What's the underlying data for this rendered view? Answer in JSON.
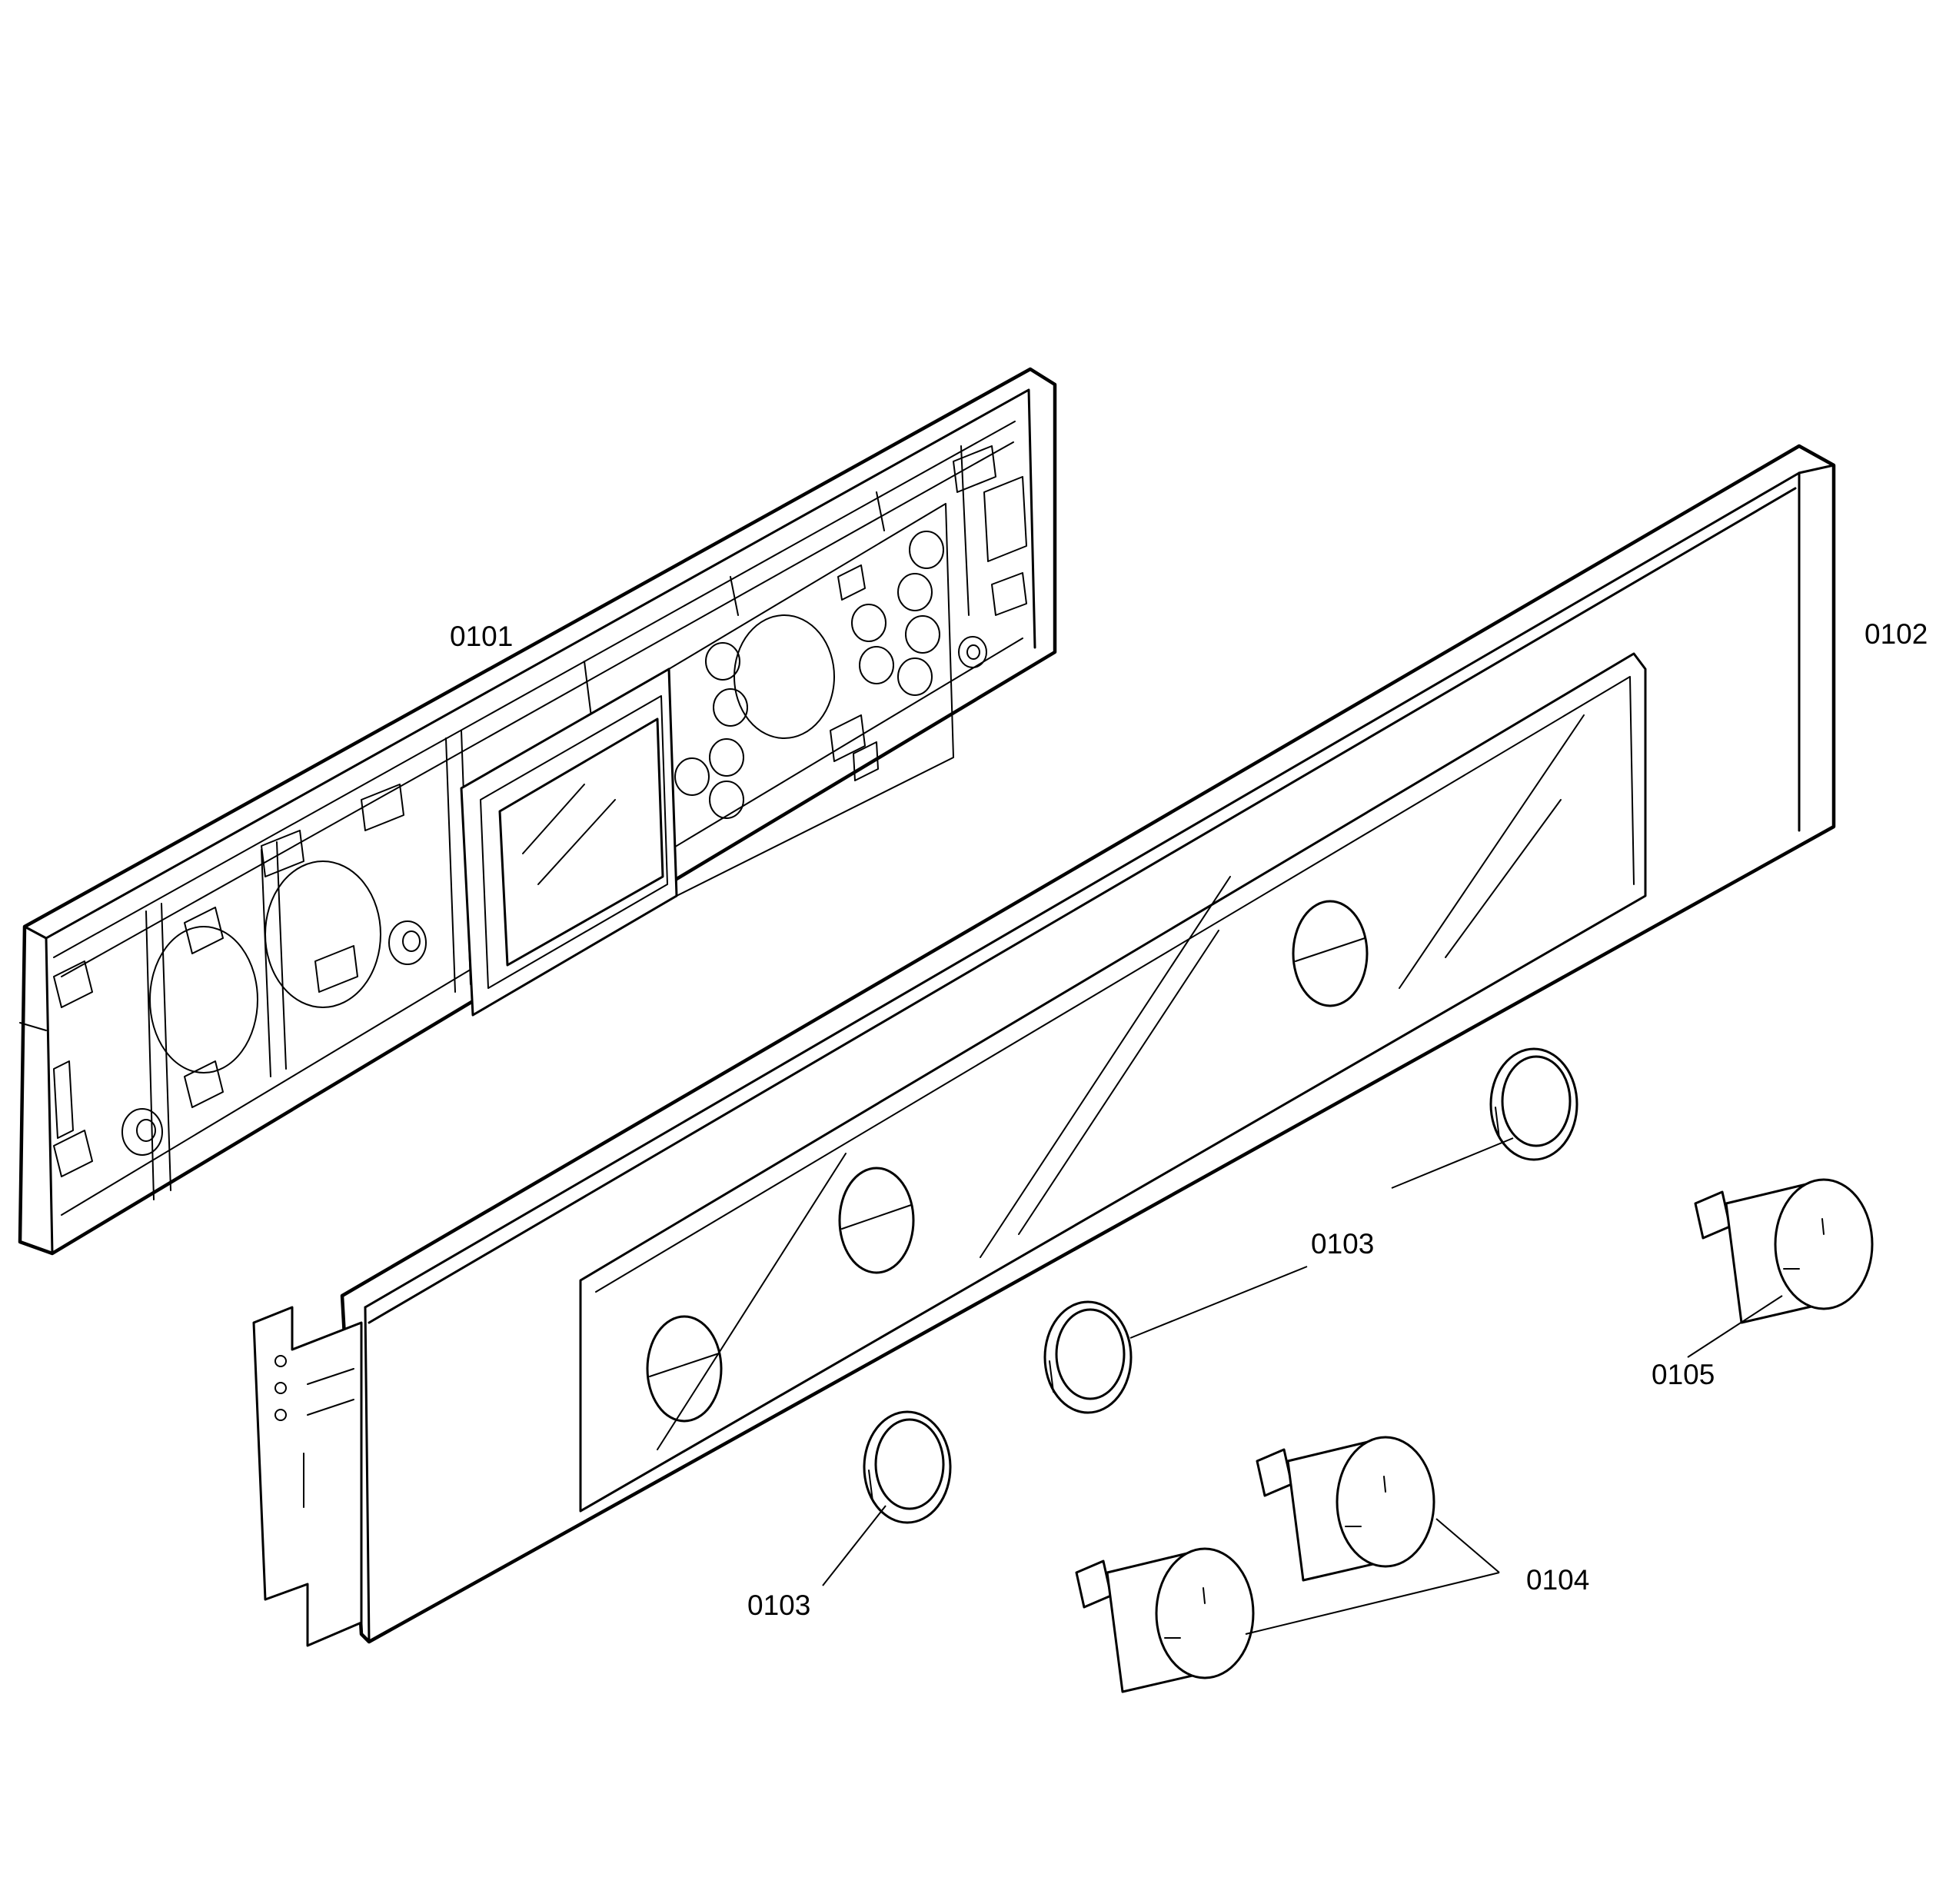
{
  "callouts": {
    "rear_housing": "0101",
    "front_panel": "0102",
    "ring_upper": "0103",
    "ring_middle": "0103",
    "ring_lower": "0103",
    "knobs_pair": "0104",
    "knob_single": "0105"
  }
}
